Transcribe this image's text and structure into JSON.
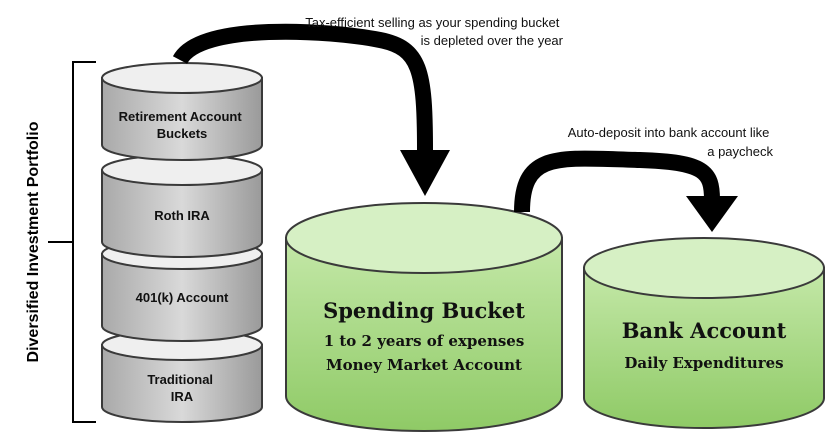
{
  "portfolio": {
    "side_label": "Diversified Investment Portfolio",
    "buckets": [
      {
        "label_lines": [
          "Retirement Account",
          "Buckets"
        ]
      },
      {
        "label_lines": [
          "Roth IRA"
        ]
      },
      {
        "label_lines": [
          "401(k) Account"
        ]
      },
      {
        "label_lines": [
          "Traditional",
          "IRA"
        ]
      }
    ]
  },
  "spending_bucket": {
    "title": "Spending Bucket",
    "line1": "1 to 2 years of expenses",
    "line2": "Money Market Account"
  },
  "bank_account": {
    "title": "Bank Account",
    "line1": "Daily Expenditures"
  },
  "annotations": {
    "top_arrow": [
      "Tax-efficient selling as your spending bucket",
      "is depleted over the year"
    ],
    "right_arrow": [
      "Auto-deposit into bank account like",
      "a paycheck"
    ]
  },
  "colors": {
    "gray_top": "#efefef",
    "gray_body": "#cfcfcf",
    "green_top": "#d6f0c4",
    "green_body": "#9ed27a",
    "stroke": "#3a3a3a",
    "arrow": "#000000"
  }
}
